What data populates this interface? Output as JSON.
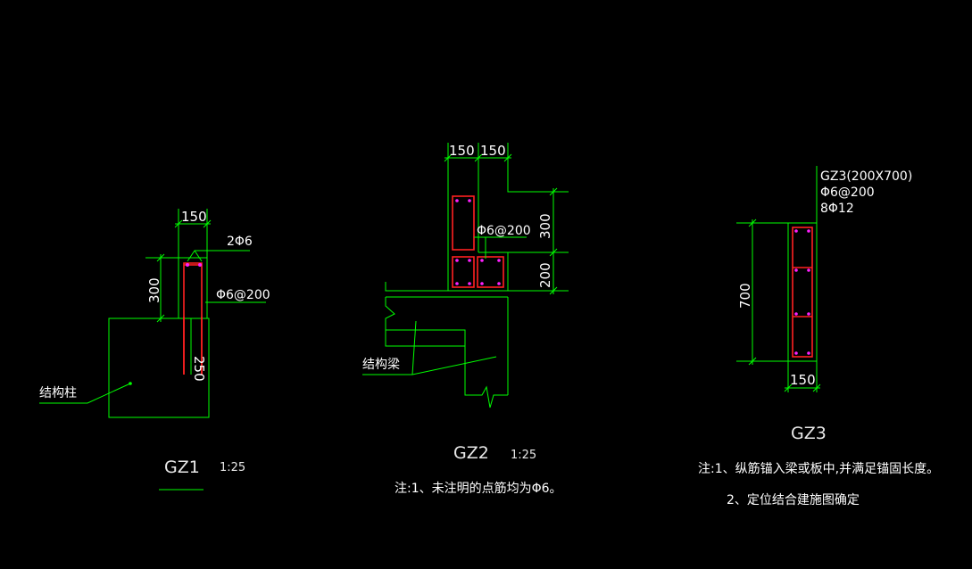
{
  "gz1": {
    "dim_width": "150",
    "dim_height": "300",
    "dim_embed": "250",
    "rebar_label": "2Φ6",
    "stirrup_label": "Φ6@200",
    "column_label": "结构柱",
    "title": "GZ1",
    "scale": "1:25"
  },
  "gz2": {
    "dim_top_left": "150",
    "dim_top_right": "150",
    "dim_right_upper": "300",
    "dim_right_lower": "200",
    "stirrup_label": "Φ6@200",
    "beam_label": "结构梁",
    "title": "GZ2",
    "scale": "1:25",
    "note": "注:1、未注明的点筋均为Φ6。"
  },
  "gz3": {
    "spec_line1": "GZ3(200X700)",
    "spec_line2": "Φ6@200",
    "spec_line3": "8Φ12",
    "dim_height": "700",
    "dim_width": "150",
    "title": "GZ3",
    "note_line1": "注:1、纵筋锚入梁或板中,并满足锚固长度。",
    "note_line2": "2、定位结合建施图确定"
  },
  "colors": {
    "background": "#000000",
    "lines": "#00ff00",
    "rebar": "#ff2020",
    "dots": "#ff20ff",
    "text": "#ffffff"
  }
}
